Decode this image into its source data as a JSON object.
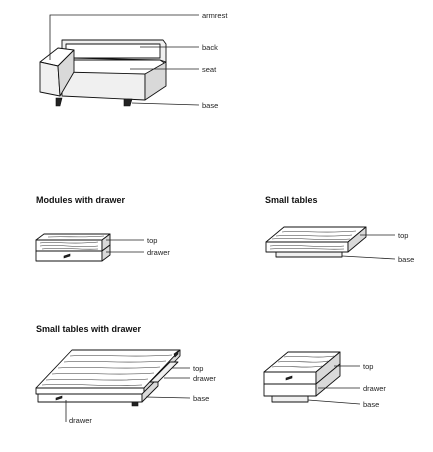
{
  "sofa": {
    "labels": {
      "armrest": "armrest",
      "back": "back",
      "seat": "seat",
      "base": "base"
    }
  },
  "modules_with_drawer": {
    "heading": "Modules with drawer",
    "labels": {
      "top": "top",
      "drawer": "drawer"
    }
  },
  "small_tables": {
    "heading": "Small tables",
    "labels": {
      "top": "top",
      "base": "base"
    }
  },
  "small_tables_with_drawer": {
    "heading": "Small tables with drawer",
    "large": {
      "labels": {
        "top": "top",
        "drawer_right": "drawer",
        "base": "base",
        "drawer_bottom": "drawer"
      }
    },
    "small": {
      "labels": {
        "top": "top",
        "drawer": "drawer",
        "base": "base"
      }
    }
  }
}
